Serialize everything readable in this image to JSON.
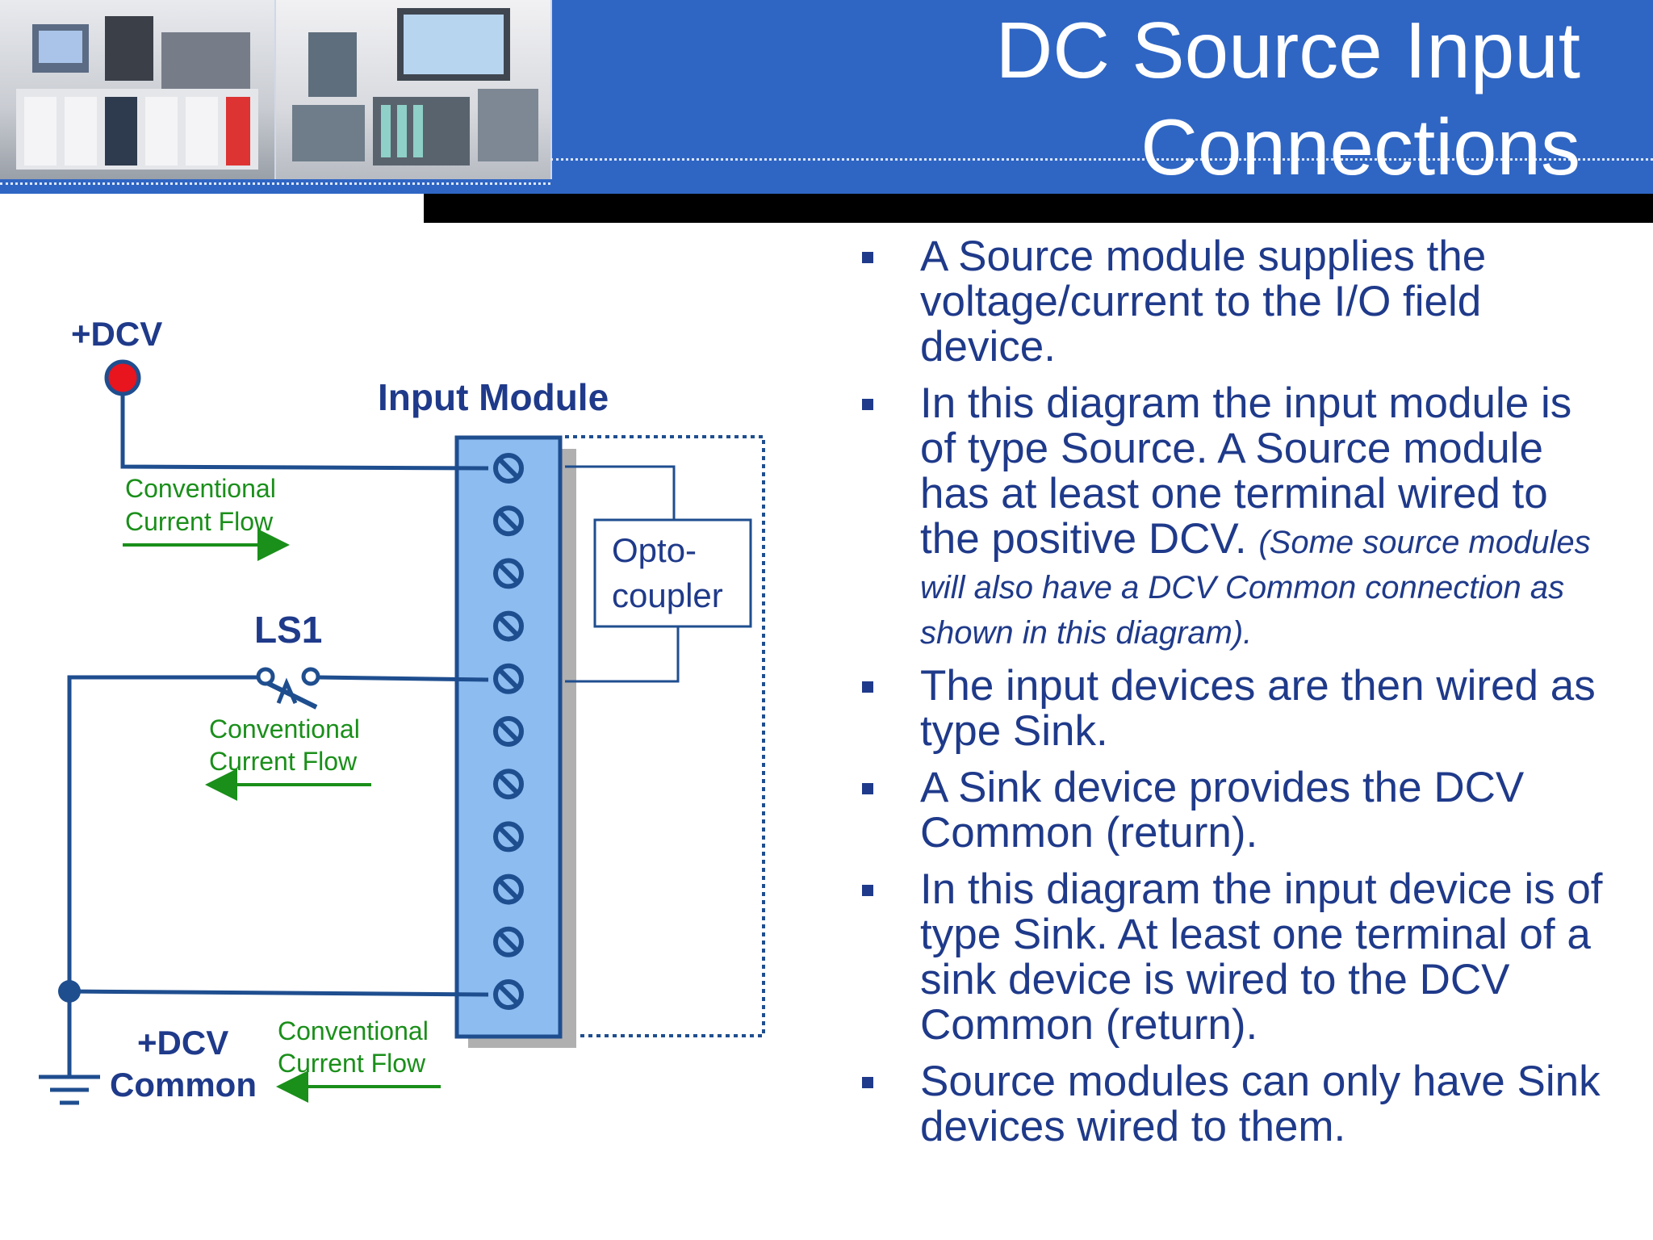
{
  "header": {
    "title_line1": "DC Source Input",
    "title_line2": "Connections"
  },
  "diagram": {
    "dcv_top_label": "+DCV",
    "module_label": "Input Module",
    "optocoupler_line1": "Opto-",
    "optocoupler_line2": "coupler",
    "switch_label": "LS1",
    "flow_top_line1": "Conventional",
    "flow_top_line2": "Current Flow",
    "flow_mid_line1": "Conventional",
    "flow_mid_line2": "Current Flow",
    "flow_bottom_line1": "Conventional",
    "flow_bottom_line2": "Current Flow",
    "common_line1": "+DCV",
    "common_line2": "Common",
    "terminal_count": 11
  },
  "bullets": [
    {
      "text": "A Source module supplies the voltage/current to the I/O field device.",
      "note": ""
    },
    {
      "text": "In this diagram the input module is of type Source. A Source module has at least one terminal wired to the positive DCV. ",
      "note": "(Some source modules will also have a DCV Common connection as shown in this diagram)."
    },
    {
      "text": "The input devices are then wired as type Sink.",
      "note": ""
    },
    {
      "text": "A Sink device provides the DCV Common (return).",
      "note": ""
    },
    {
      "text": "In this diagram the input device is of type Sink. At least one terminal of a sink device is wired to the DCV Common (return).",
      "note": ""
    },
    {
      "text": "Source modules can only have Sink devices wired to them.",
      "note": ""
    }
  ],
  "colors": {
    "header_blue": "#2f66c4",
    "wire_blue": "#1f4e8f",
    "module_fill": "#8cbcf0",
    "flow_green": "#1a8f1a",
    "dcv_red": "#e8141e",
    "text_navy": "#1f3a8a"
  }
}
